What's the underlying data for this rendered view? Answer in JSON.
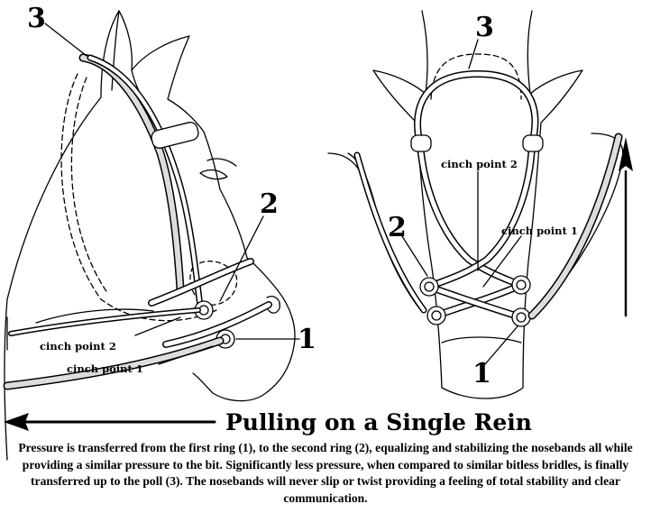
{
  "title": "Pulling on a Single Rein",
  "caption": "Pressure is transferred from the first ring (1), to the second ring (2), equalizing and stabilizing the nosebands all while providing a similar pressure to the bit.  Significantly less pressure, when compared to similar bitless bridles, is finally transferred up to the poll (3).  The nosebands will never slip or twist providing a feeling of total stability and clear communication.",
  "side_view": {
    "labels": {
      "poll": "3",
      "second_ring": "2",
      "first_ring": "1"
    },
    "cinch_point_2": "cinch point 2",
    "cinch_point_1": "cinch point 1"
  },
  "front_view": {
    "labels": {
      "poll": "3",
      "second_ring": "2",
      "first_ring": "1"
    },
    "cinch_point_2": "cinch point 2",
    "cinch_point_1": "cinch point 1"
  }
}
